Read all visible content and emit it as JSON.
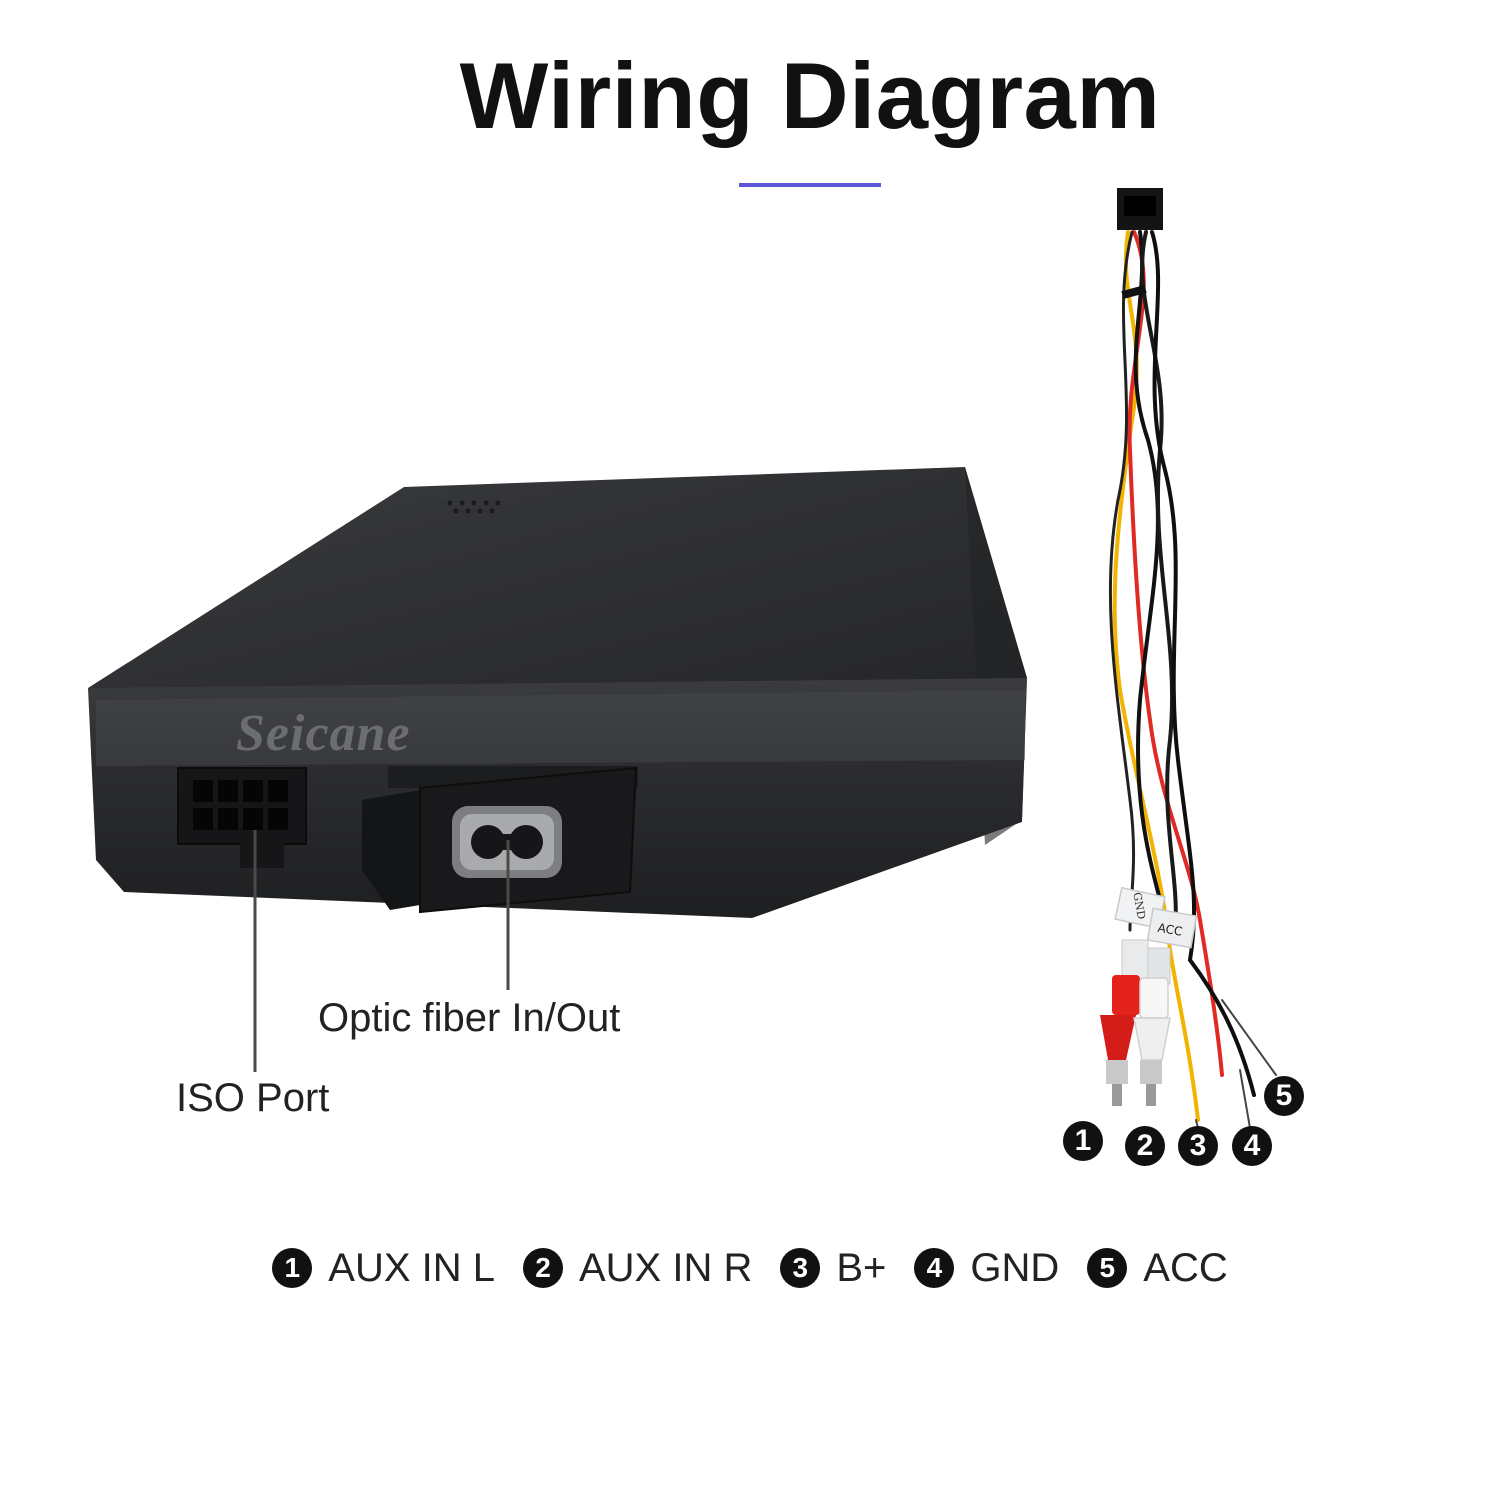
{
  "title": "Wiring Diagram",
  "colors": {
    "accent_bar": "#5b57d6",
    "box_dark": "#2a2b2d",
    "wire_red": "#e02a24",
    "wire_yellow": "#f2b400",
    "wire_black": "#111111"
  },
  "device": {
    "brand": "Seicane",
    "callouts": {
      "optic": "Optic fiber In/Out",
      "iso": "ISO Port"
    }
  },
  "harness": {
    "tags": [
      "GND",
      "ACC"
    ],
    "numbers": [
      "1",
      "2",
      "3",
      "4",
      "5"
    ]
  },
  "legend": [
    {
      "num": "1",
      "label": "AUX IN L"
    },
    {
      "num": "2",
      "label": "AUX IN R"
    },
    {
      "num": "3",
      "label": "B+"
    },
    {
      "num": "4",
      "label": "GND"
    },
    {
      "num": "5",
      "label": "ACC"
    }
  ]
}
